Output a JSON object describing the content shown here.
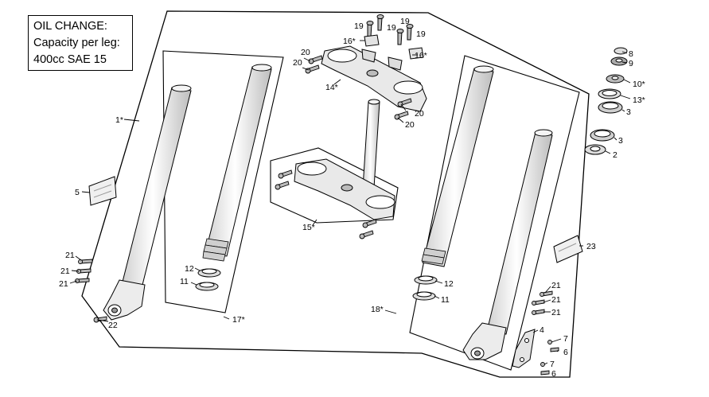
{
  "oil_change": {
    "line1": "OIL CHANGE:",
    "line2": "Capacity per leg:",
    "line3": "400cc SAE 15"
  },
  "labels": {
    "p1": "1*",
    "p2": "2",
    "p3a": "3",
    "p3b": "3",
    "p4": "4",
    "p5": "5",
    "p6a": "6",
    "p6b": "6",
    "p7a": "7",
    "p7b": "7",
    "p8": "8",
    "p9": "9",
    "p10": "10*",
    "p11a": "11",
    "p11b": "11",
    "p12a": "12",
    "p12b": "12",
    "p13": "13*",
    "p14": "14*",
    "p15": "15*",
    "p16a": "16*",
    "p16b": "16*",
    "p17": "17*",
    "p18": "18*",
    "p19a": "19",
    "p19b": "19",
    "p19c": "19",
    "p19d": "19",
    "p20a": "20",
    "p20b": "20",
    "p20c": "20",
    "p20d": "20",
    "p21a": "21",
    "p21b": "21",
    "p21c": "21",
    "p21d": "21",
    "p21e": "21",
    "p21f": "21",
    "p22": "22",
    "p23": "23"
  },
  "colors": {
    "line": "#000000",
    "part_fill": "#e6e6e6",
    "part_dark": "#9a9a9a",
    "background": "#ffffff"
  }
}
